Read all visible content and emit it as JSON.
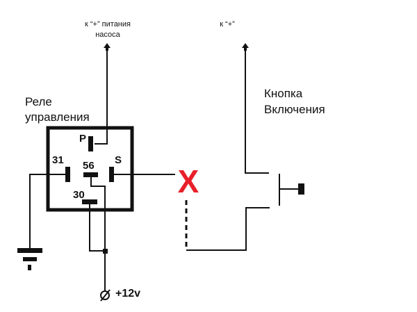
{
  "diagram": {
    "relay": {
      "title_line1": "Реле",
      "title_line2": "управления",
      "pins": {
        "p": "P",
        "pin31": "31",
        "pin56": "56",
        "s": "S",
        "pin30": "30"
      }
    },
    "pump_supply": {
      "line1": "к “+” питания",
      "line2": "насоса"
    },
    "button_supply": {
      "line1": "к “+”"
    },
    "button": {
      "title_line1": "Кнопка",
      "title_line2": "Включения"
    },
    "power": {
      "label": "+12v",
      "terminal_symbol": "∅"
    },
    "colors": {
      "wire": "#111111",
      "cross_mark": "#e8202a"
    },
    "cross_mark": "X"
  }
}
